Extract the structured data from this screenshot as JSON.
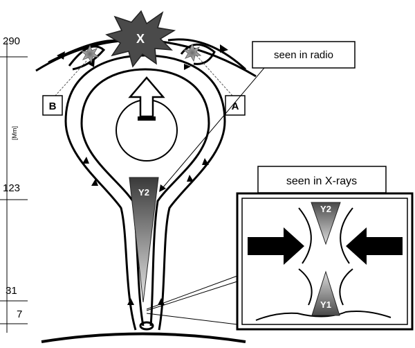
{
  "axis": {
    "unit": "[Mm]",
    "ticks": [
      "290",
      "123",
      "31",
      "7"
    ]
  },
  "labels": {
    "x_source": "X",
    "y2": "Y2",
    "y1": "Y1",
    "point_a": "A",
    "point_b": "B",
    "callout_radio": "seen in radio",
    "callout_xrays": "seen in X-rays"
  },
  "icons": [
    "explosion-burst-icon",
    "hollow-up-arrow-icon",
    "flow-direction-arrowhead-icon",
    "solid-right-arrow-icon",
    "solid-left-arrow-icon"
  ],
  "colors": {
    "ink": "#000000",
    "burst_fill": "#4a4a4a",
    "burst_small": "#9a9a9a",
    "jet_top": "#3a3a3a",
    "jet_bottom": "#e6e6e6",
    "background": "#ffffff"
  }
}
